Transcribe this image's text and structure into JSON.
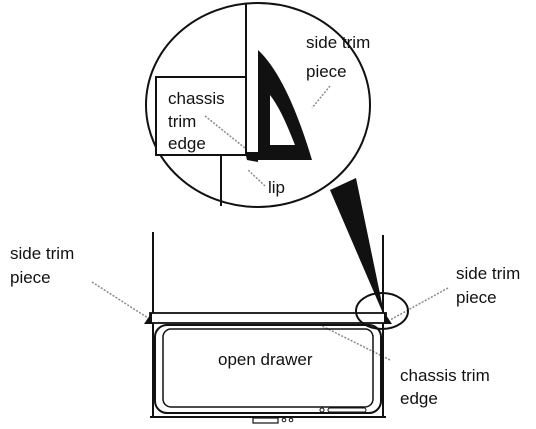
{
  "labels": {
    "inset_side_trim_line1": "side trim",
    "inset_side_trim_line2": "piece",
    "inset_chassis_line1": "chassis",
    "inset_chassis_line2": "trim",
    "inset_chassis_line3": "edge",
    "inset_lip": "lip",
    "left_side_trim_line1": "side trim",
    "left_side_trim_line2": "piece",
    "right_side_trim_line1": "side trim",
    "right_side_trim_line2": "piece",
    "drawer": "open drawer",
    "chassis_trim_line1": "chassis trim",
    "chassis_trim_line2": "edge"
  },
  "colors": {
    "line": "#111111",
    "leader": "#8a8a8a",
    "background": "#ffffff"
  }
}
